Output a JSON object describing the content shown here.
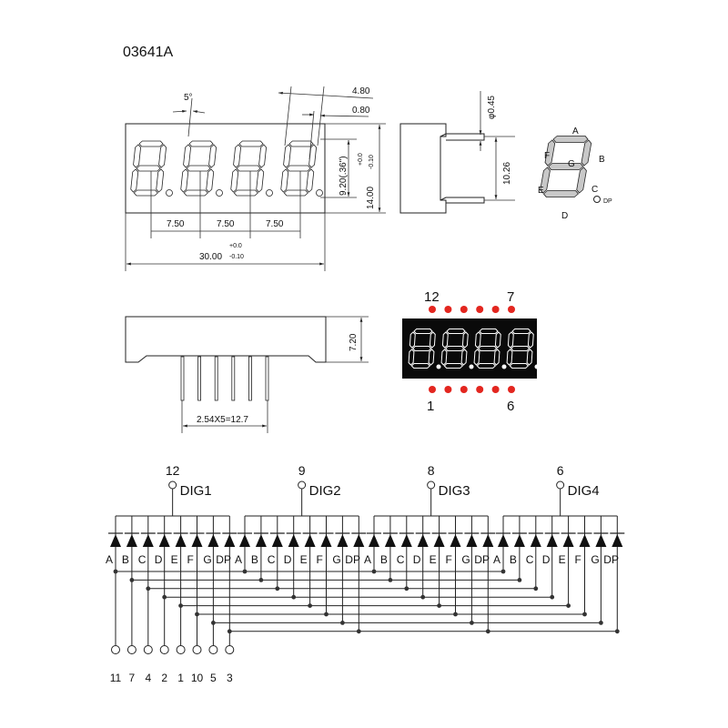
{
  "title": "03641A",
  "front_view": {
    "angle": "5°",
    "dim_a": "4.80",
    "dim_b": "0.80",
    "digit_height": "9.20(.36\")",
    "tol_plus": "+0.0",
    "tol_minus": "-0.10",
    "height": "14.00",
    "pitch": [
      "7.50",
      "7.50",
      "7.50"
    ],
    "width": "30.00",
    "width_tol_plus": "+0.0",
    "width_tol_minus": "-0.10"
  },
  "side_view": {
    "pin_diameter": "φ0.45",
    "pin_span": "10.26"
  },
  "segment_diagram": {
    "labels": [
      "A",
      "B",
      "C",
      "D",
      "E",
      "F",
      "G",
      "DP"
    ]
  },
  "bottom_view": {
    "depth": "7.20",
    "pin_pitch": "2.54X5=12.7"
  },
  "pin_view": {
    "top_left": "12",
    "top_right": "7",
    "bottom_left": "1",
    "bottom_right": "6",
    "dot_color": "#e3261f",
    "body_color": "#0a0a0a"
  },
  "schematic": {
    "digits": [
      {
        "pin": "12",
        "label": "DIG1"
      },
      {
        "pin": "9",
        "label": "DIG2"
      },
      {
        "pin": "8",
        "label": "DIG3"
      },
      {
        "pin": "6",
        "label": "DIG4"
      }
    ],
    "segments": [
      "A",
      "B",
      "C",
      "D",
      "E",
      "F",
      "G",
      "DP"
    ],
    "segment_pins": [
      "11",
      "7",
      "4",
      "2",
      "1",
      "10",
      "5",
      "3"
    ]
  }
}
